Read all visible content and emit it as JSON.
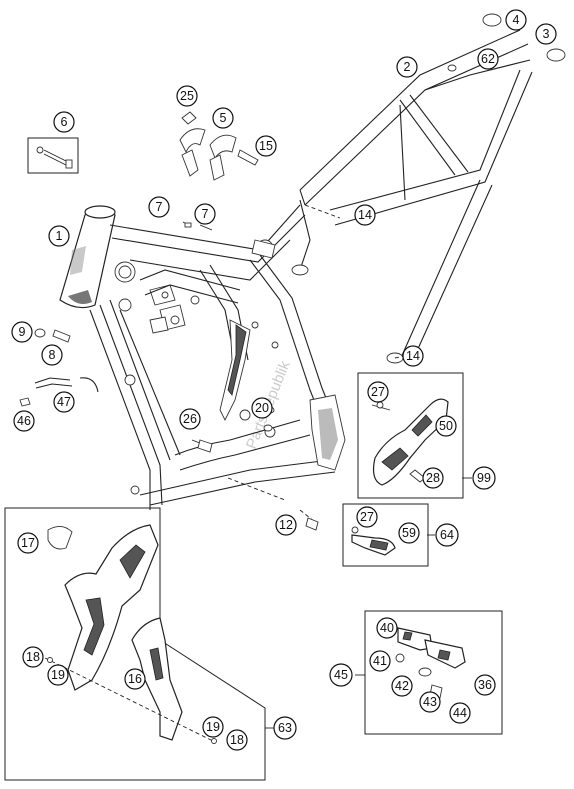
{
  "diagram": {
    "watermark": "PartsRepublik",
    "callouts": [
      {
        "id": "c4",
        "label": "4"
      },
      {
        "id": "c3",
        "label": "3"
      },
      {
        "id": "c2",
        "label": "2"
      },
      {
        "id": "c62",
        "label": "62"
      },
      {
        "id": "c25",
        "label": "25"
      },
      {
        "id": "c5",
        "label": "5"
      },
      {
        "id": "c15",
        "label": "15"
      },
      {
        "id": "c6",
        "label": "6"
      },
      {
        "id": "c7a",
        "label": "7"
      },
      {
        "id": "c7b",
        "label": "7"
      },
      {
        "id": "c1",
        "label": "1"
      },
      {
        "id": "c14a",
        "label": "14"
      },
      {
        "id": "c9",
        "label": "9"
      },
      {
        "id": "c8",
        "label": "8"
      },
      {
        "id": "c47",
        "label": "47"
      },
      {
        "id": "c46",
        "label": "46"
      },
      {
        "id": "c14b",
        "label": "14"
      },
      {
        "id": "c27a",
        "label": "27"
      },
      {
        "id": "c50",
        "label": "50"
      },
      {
        "id": "c28",
        "label": "28"
      },
      {
        "id": "c99",
        "label": "99"
      },
      {
        "id": "c26",
        "label": "26"
      },
      {
        "id": "c20",
        "label": "20"
      },
      {
        "id": "c12",
        "label": "12"
      },
      {
        "id": "c27b",
        "label": "27"
      },
      {
        "id": "c59",
        "label": "59"
      },
      {
        "id": "c64",
        "label": "64"
      },
      {
        "id": "c17",
        "label": "17"
      },
      {
        "id": "c18a",
        "label": "18"
      },
      {
        "id": "c19a",
        "label": "19"
      },
      {
        "id": "c16",
        "label": "16"
      },
      {
        "id": "c19b",
        "label": "19"
      },
      {
        "id": "c18b",
        "label": "18"
      },
      {
        "id": "c63",
        "label": "63"
      },
      {
        "id": "c40",
        "label": "40"
      },
      {
        "id": "c41",
        "label": "41"
      },
      {
        "id": "c42",
        "label": "42"
      },
      {
        "id": "c43",
        "label": "43"
      },
      {
        "id": "c36",
        "label": "36"
      },
      {
        "id": "c44",
        "label": "44"
      },
      {
        "id": "c45",
        "label": "45"
      }
    ]
  }
}
